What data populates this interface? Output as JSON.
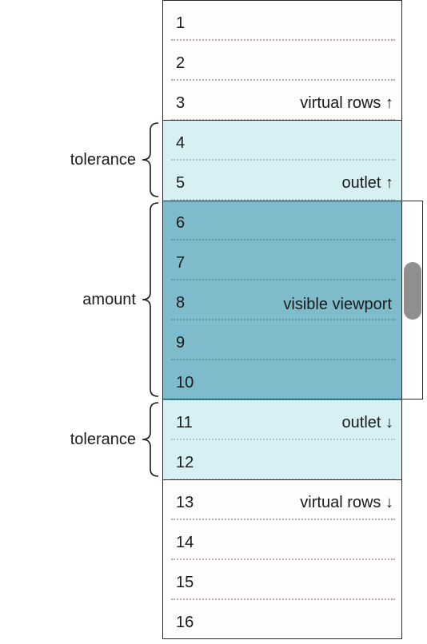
{
  "rows": [
    {
      "num": "1",
      "zone": "virtual",
      "label": ""
    },
    {
      "num": "2",
      "zone": "virtual",
      "label": ""
    },
    {
      "num": "3",
      "zone": "virtual",
      "label": "virtual rows ↑"
    },
    {
      "num": "4",
      "zone": "outlet",
      "label": ""
    },
    {
      "num": "5",
      "zone": "outlet",
      "label": "outlet ↑"
    },
    {
      "num": "6",
      "zone": "viewport",
      "label": ""
    },
    {
      "num": "7",
      "zone": "viewport",
      "label": ""
    },
    {
      "num": "8",
      "zone": "viewport",
      "label": "visible viewport"
    },
    {
      "num": "9",
      "zone": "viewport",
      "label": ""
    },
    {
      "num": "10",
      "zone": "viewport",
      "label": ""
    },
    {
      "num": "11",
      "zone": "outlet",
      "label": "outlet ↓"
    },
    {
      "num": "12",
      "zone": "outlet",
      "label": ""
    },
    {
      "num": "13",
      "zone": "virtual",
      "label": "virtual rows ↓"
    },
    {
      "num": "14",
      "zone": "virtual",
      "label": ""
    },
    {
      "num": "15",
      "zone": "virtual",
      "label": ""
    },
    {
      "num": "16",
      "zone": "virtual",
      "label": ""
    }
  ],
  "braces": [
    {
      "label": "tolerance",
      "first_row": 4,
      "last_row": 5
    },
    {
      "label": "amount",
      "first_row": 6,
      "last_row": 10
    },
    {
      "label": "tolerance",
      "first_row": 11,
      "last_row": 12
    }
  ],
  "colors": {
    "outlet": "#d7f0f4",
    "viewport": "#7fbccb",
    "scroll_thumb": "#8f8f8f",
    "border": "#2a2a2a"
  }
}
